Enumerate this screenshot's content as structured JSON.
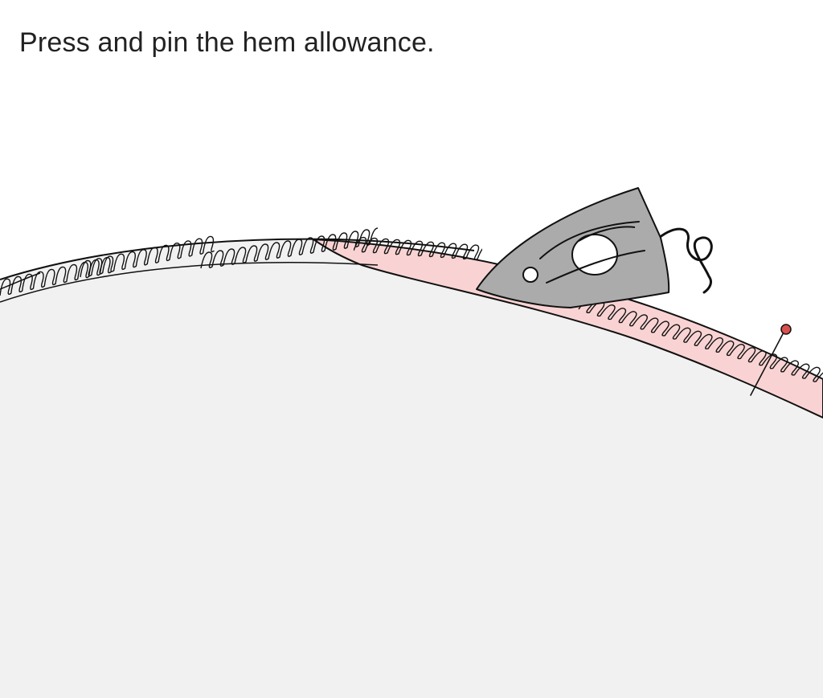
{
  "instruction": {
    "text": "Press and pin the hem allowance."
  },
  "illustration": {
    "subject": "sewing-hem-pressing",
    "icons": [
      "iron-icon",
      "pin-icon",
      "serged-edge",
      "hem-allowance"
    ],
    "colors": {
      "fabric": "#f1f1f1",
      "hem_allowance": "#f9d3d3",
      "iron": "#ababab",
      "pin_head": "#d9514e",
      "outline": "#111111",
      "text": "#222222"
    }
  }
}
